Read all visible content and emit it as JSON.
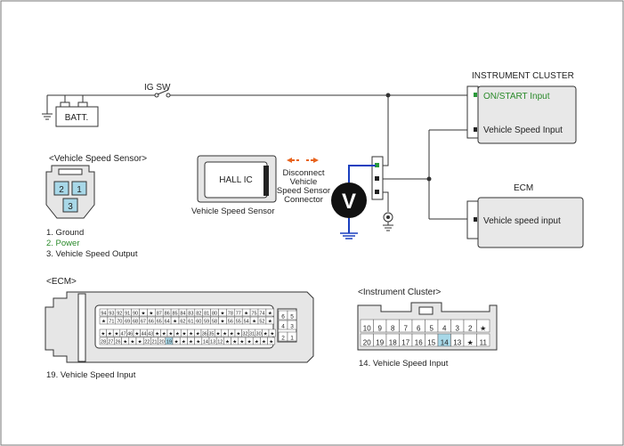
{
  "labels": {
    "ig_sw": "IG SW",
    "batt": "BATT.",
    "instrument_cluster": "INSTRUMENT CLUSTER",
    "on_start_input": "ON/START Input",
    "vehicle_speed_input": "Vehicle Speed Input",
    "ecm": "ECM",
    "ecm_vehicle_speed_input": "Vehicle speed input",
    "hall_ic": "HALL IC",
    "vehicle_speed_sensor": "Vehicle Speed Sensor",
    "disconnect_line1": "Disconnect",
    "disconnect_line2": "Vehicle",
    "disconnect_line3": "Speed Sensor",
    "disconnect_line4": "Connector",
    "voltmeter": "V"
  },
  "sensor_connector": {
    "title": "<Vehicle Speed Sensor>",
    "pins": [
      "2",
      "1",
      "3"
    ],
    "legend": [
      "1. Ground",
      "2. Power",
      "3. Vehicle Speed Output"
    ]
  },
  "ecm_connector": {
    "title": "<ECM>",
    "top_row": [
      "94",
      "93",
      "92",
      "91",
      "90",
      "★",
      "★",
      "87",
      "86",
      "85",
      "84",
      "83",
      "82",
      "81",
      "80",
      "★",
      "78",
      "77",
      "★",
      "75",
      "74",
      "★"
    ],
    "middle_row": [
      "★",
      "71",
      "70",
      "69",
      "68",
      "67",
      "66",
      "65",
      "64",
      "★",
      "62",
      "61",
      "60",
      "59",
      "58",
      "★",
      "56",
      "55",
      "54",
      "★",
      "52",
      "★"
    ],
    "bottom_row1": [
      "★",
      "★",
      "★",
      "47",
      "46",
      "★",
      "44",
      "43",
      "★",
      "★",
      "★",
      "★",
      "★",
      "★",
      "★",
      "36",
      "35",
      "★",
      "★",
      "★",
      "★",
      "32",
      "31",
      "30",
      "★",
      "★"
    ],
    "bottom_row2": [
      "28",
      "27",
      "26",
      "★",
      "★",
      "★",
      "22",
      "21",
      "20",
      "19",
      "★",
      "★",
      "★",
      "★",
      "14",
      "13",
      "12",
      "★",
      "★",
      "★",
      "★",
      "★",
      "★",
      "★"
    ],
    "side_pins": [
      "6",
      "5",
      "4",
      "3",
      "2",
      "1"
    ],
    "caption": "19. Vehicle Speed Input"
  },
  "cluster_connector": {
    "title": "<Instrument Cluster>",
    "top_row": [
      "10",
      "9",
      "8",
      "7",
      "6",
      "5",
      "4",
      "3",
      "2",
      "★"
    ],
    "bottom_row": [
      "20",
      "19",
      "18",
      "17",
      "16",
      "15",
      "14",
      "13",
      "★",
      "11"
    ],
    "caption": "14. Vehicle Speed Input"
  },
  "colors": {
    "wire": "#333333",
    "ground_wire": "#1a3fbf",
    "power_label": "#2a8a2a",
    "arrow": "#e8641e",
    "highlight_pin": "#a8d8e8",
    "pin_green": "#2a9a3a"
  }
}
